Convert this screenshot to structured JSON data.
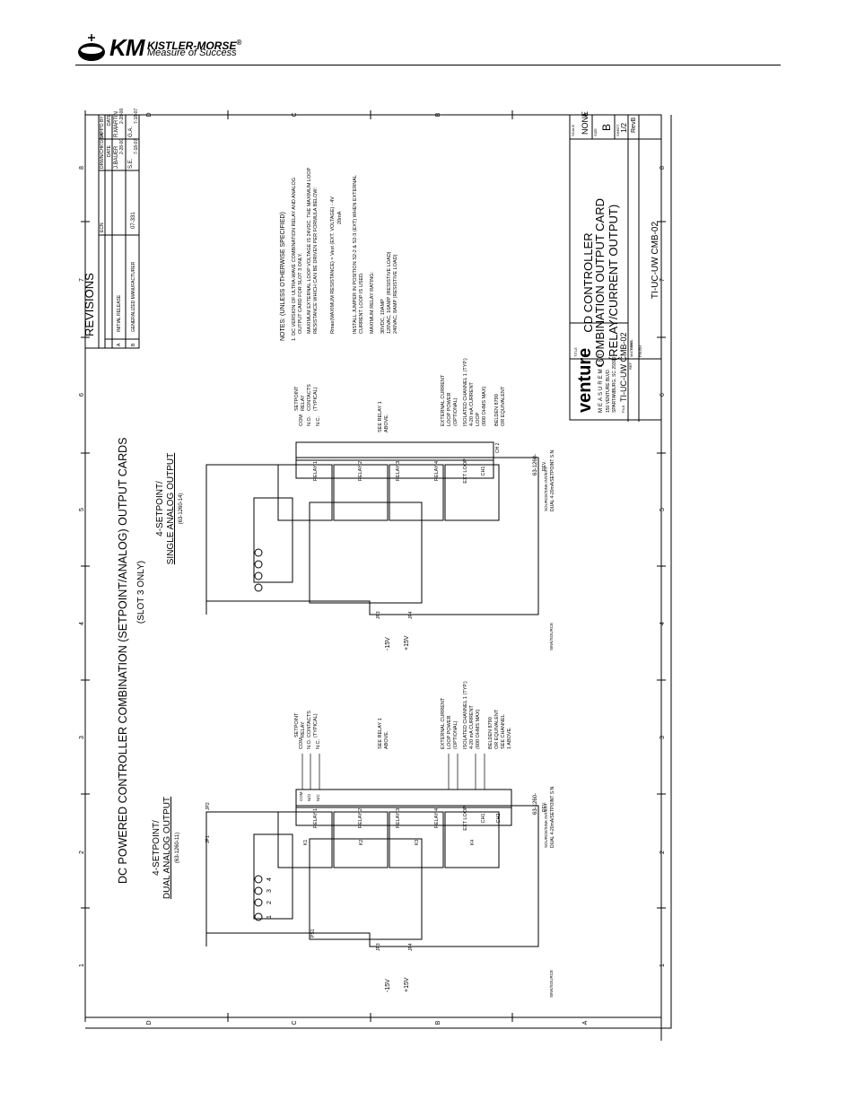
{
  "header": {
    "brand_initials": "KM",
    "brand_name": "KISTLER-MORSE",
    "registered": "®",
    "tagline": "Measure of Success"
  },
  "drawing": {
    "main_title": "DC POWERED CONTROLLER COMBINATION (SETPOINT/ANALOG) OUTPUT CARDS",
    "main_subtitle": "(SLOT 3 ONLY)",
    "board_left": {
      "title1": "4-SETPOINT/",
      "title2": "DUAL ANALOG OUTPUT",
      "part": "(63-1260-11)",
      "ch_label": "CH2",
      "ch_note1": "SEE CHANNEL",
      "ch_note2": "1 ABOVE.",
      "part_rev": "63-1260-",
      "rev": "REV.",
      "sn": "DUAL 4-20mA/SETPOINT S.N."
    },
    "board_right": {
      "title1": "4-SETPOINT/",
      "title2": "SINGLE ANALOG OUTPUT",
      "part": "(63-1260-14)",
      "ch_label": "CH 2",
      "part_rev": "63-1260-",
      "rev": "REV.",
      "sn": "DUAL 4-20mA/SETPOINT S.N."
    },
    "relays": [
      "RELAY 1",
      "RELAY 2",
      "RELAY 3",
      "RELAY 4"
    ],
    "relay_k": [
      "K1",
      "K2",
      "K3",
      "K4"
    ],
    "terminals": [
      "COM",
      "N/O",
      "N/C"
    ],
    "ext_loop": "EXT LOOP",
    "ch1": "CH1",
    "ps": "PS1",
    "jp": [
      "JP1",
      "JP2",
      "JP3",
      "JP4"
    ],
    "pins": [
      "1",
      "2",
      "3",
      "4"
    ],
    "neg15": "-15V",
    "pos15": "+15V",
    "source_sink1": "SOURCE/SINK  INT/EXT",
    "sink_source": "SINK/SOURCE",
    "s1": "S1",
    "s2": "S2",
    "callouts": {
      "setpoint": [
        "SETPOINT",
        "RELAY",
        "CONTACTS",
        "(TYPICAL)"
      ],
      "see_relay": [
        "SEE RELAY 1",
        "ABOVE."
      ],
      "ext_current": [
        "EXTERNAL CURRENT",
        "LOOP POWER",
        "(OPTIONAL)"
      ],
      "isolated": [
        "ISOLATED CHANNEL 1 (TYP.)",
        "4-20 mA CURRENT",
        "LOOP",
        "(600 OHMS MAX)"
      ],
      "belden": [
        "BELDEN 8790",
        "OR EQUIVALENT"
      ],
      "com": "COM",
      "no": "N.O.",
      "nc": "N.C."
    },
    "notes": {
      "heading": "NOTES:  (UNLESS OTHERWISE SPECIFIED)",
      "n1a": "1.   DC VERSION OF ULTRA-WAVE COMBINATION RELAY AND ANALOG",
      "n1b": "OUTPUT CARD FOR SLOT 3 ONLY.",
      "n2a": "MAXIMUM EXTERNAL LOOP VOLTAGE IS 24VDC. THE MAXIMUM LOOP",
      "n2b": "RESISTANCE WHICH CAN BE DRIVEN PER FORMULA BELOW:",
      "formula": "Rmax(MAXIMUM RESISTANCE) =   Vext (EXT. VOLTAGE) - 4V",
      "formula_den": "20mA",
      "n3a": "INSTALL JUMPER IN POSITION S2-2 & S2-3 (EXT) WHEN EXTERNAL",
      "n3b": "CURRENT LOOP IS USED.",
      "n4a": "MAXIMUM RELAY RATING:",
      "n4b": "30VDC, 10AMP",
      "n4c": "120VAC, 10AMP (RESISTIVE LOAD)",
      "n4d": "240VAC, 8AMP (RESISTIVE LOAD)",
      "flags": [
        "2",
        "3",
        "4"
      ]
    },
    "revisions": {
      "title": "REVISIONS",
      "headers": [
        "ECN",
        "DESCRIPTION",
        "DRWN/CHK'D BY",
        "APP'D BY"
      ],
      "sub_headers": [
        "DATE",
        "DATE"
      ],
      "rows": [
        {
          "ltr": "A",
          "desc": "INITIAL RELEASE",
          "ecn": "",
          "drwn": "J.BAUER",
          "d1": "2-28-00",
          "app": "R.MARTIN",
          "d2": "2-28-00"
        },
        {
          "ltr": "B",
          "desc": "GENERALIZED MANUFACTURER",
          "ecn": "07-331",
          "drwn": "S.E.",
          "d1": "7-18-07",
          "app": "G.A.",
          "d2": "7-18-07"
        }
      ]
    },
    "titleblock": {
      "company": "venture",
      "measurement": "MEASUREMENT",
      "address1": "150 VENTURE BLVD.",
      "address2": "SPARTANBURG, SC   29306",
      "title_label": "TITLE",
      "title1": "CD CONTROLLER",
      "title2": "COMBINATION OUTPUT CARD",
      "title3": "(RELAY/CURRENT OUTPUT)",
      "scale_label": "SCALE",
      "scale": "NONE",
      "size_label": "SIZE",
      "size": "B",
      "sheet_label": "SHEET",
      "sheet": "1/2",
      "rev": "RevB",
      "file_label": "FILE",
      "file": "TI-UC-UW CMB-02",
      "part_label": "PART",
      "part": "TI-UC-UW CMB-02",
      "material": "MATERIAL",
      "finish": "FINISH",
      "ref": "REF"
    },
    "zones_letters": [
      "D",
      "C",
      "B",
      "A"
    ],
    "zones_numbers": [
      "1",
      "2",
      "3",
      "4",
      "5",
      "6",
      "7",
      "8"
    ]
  }
}
